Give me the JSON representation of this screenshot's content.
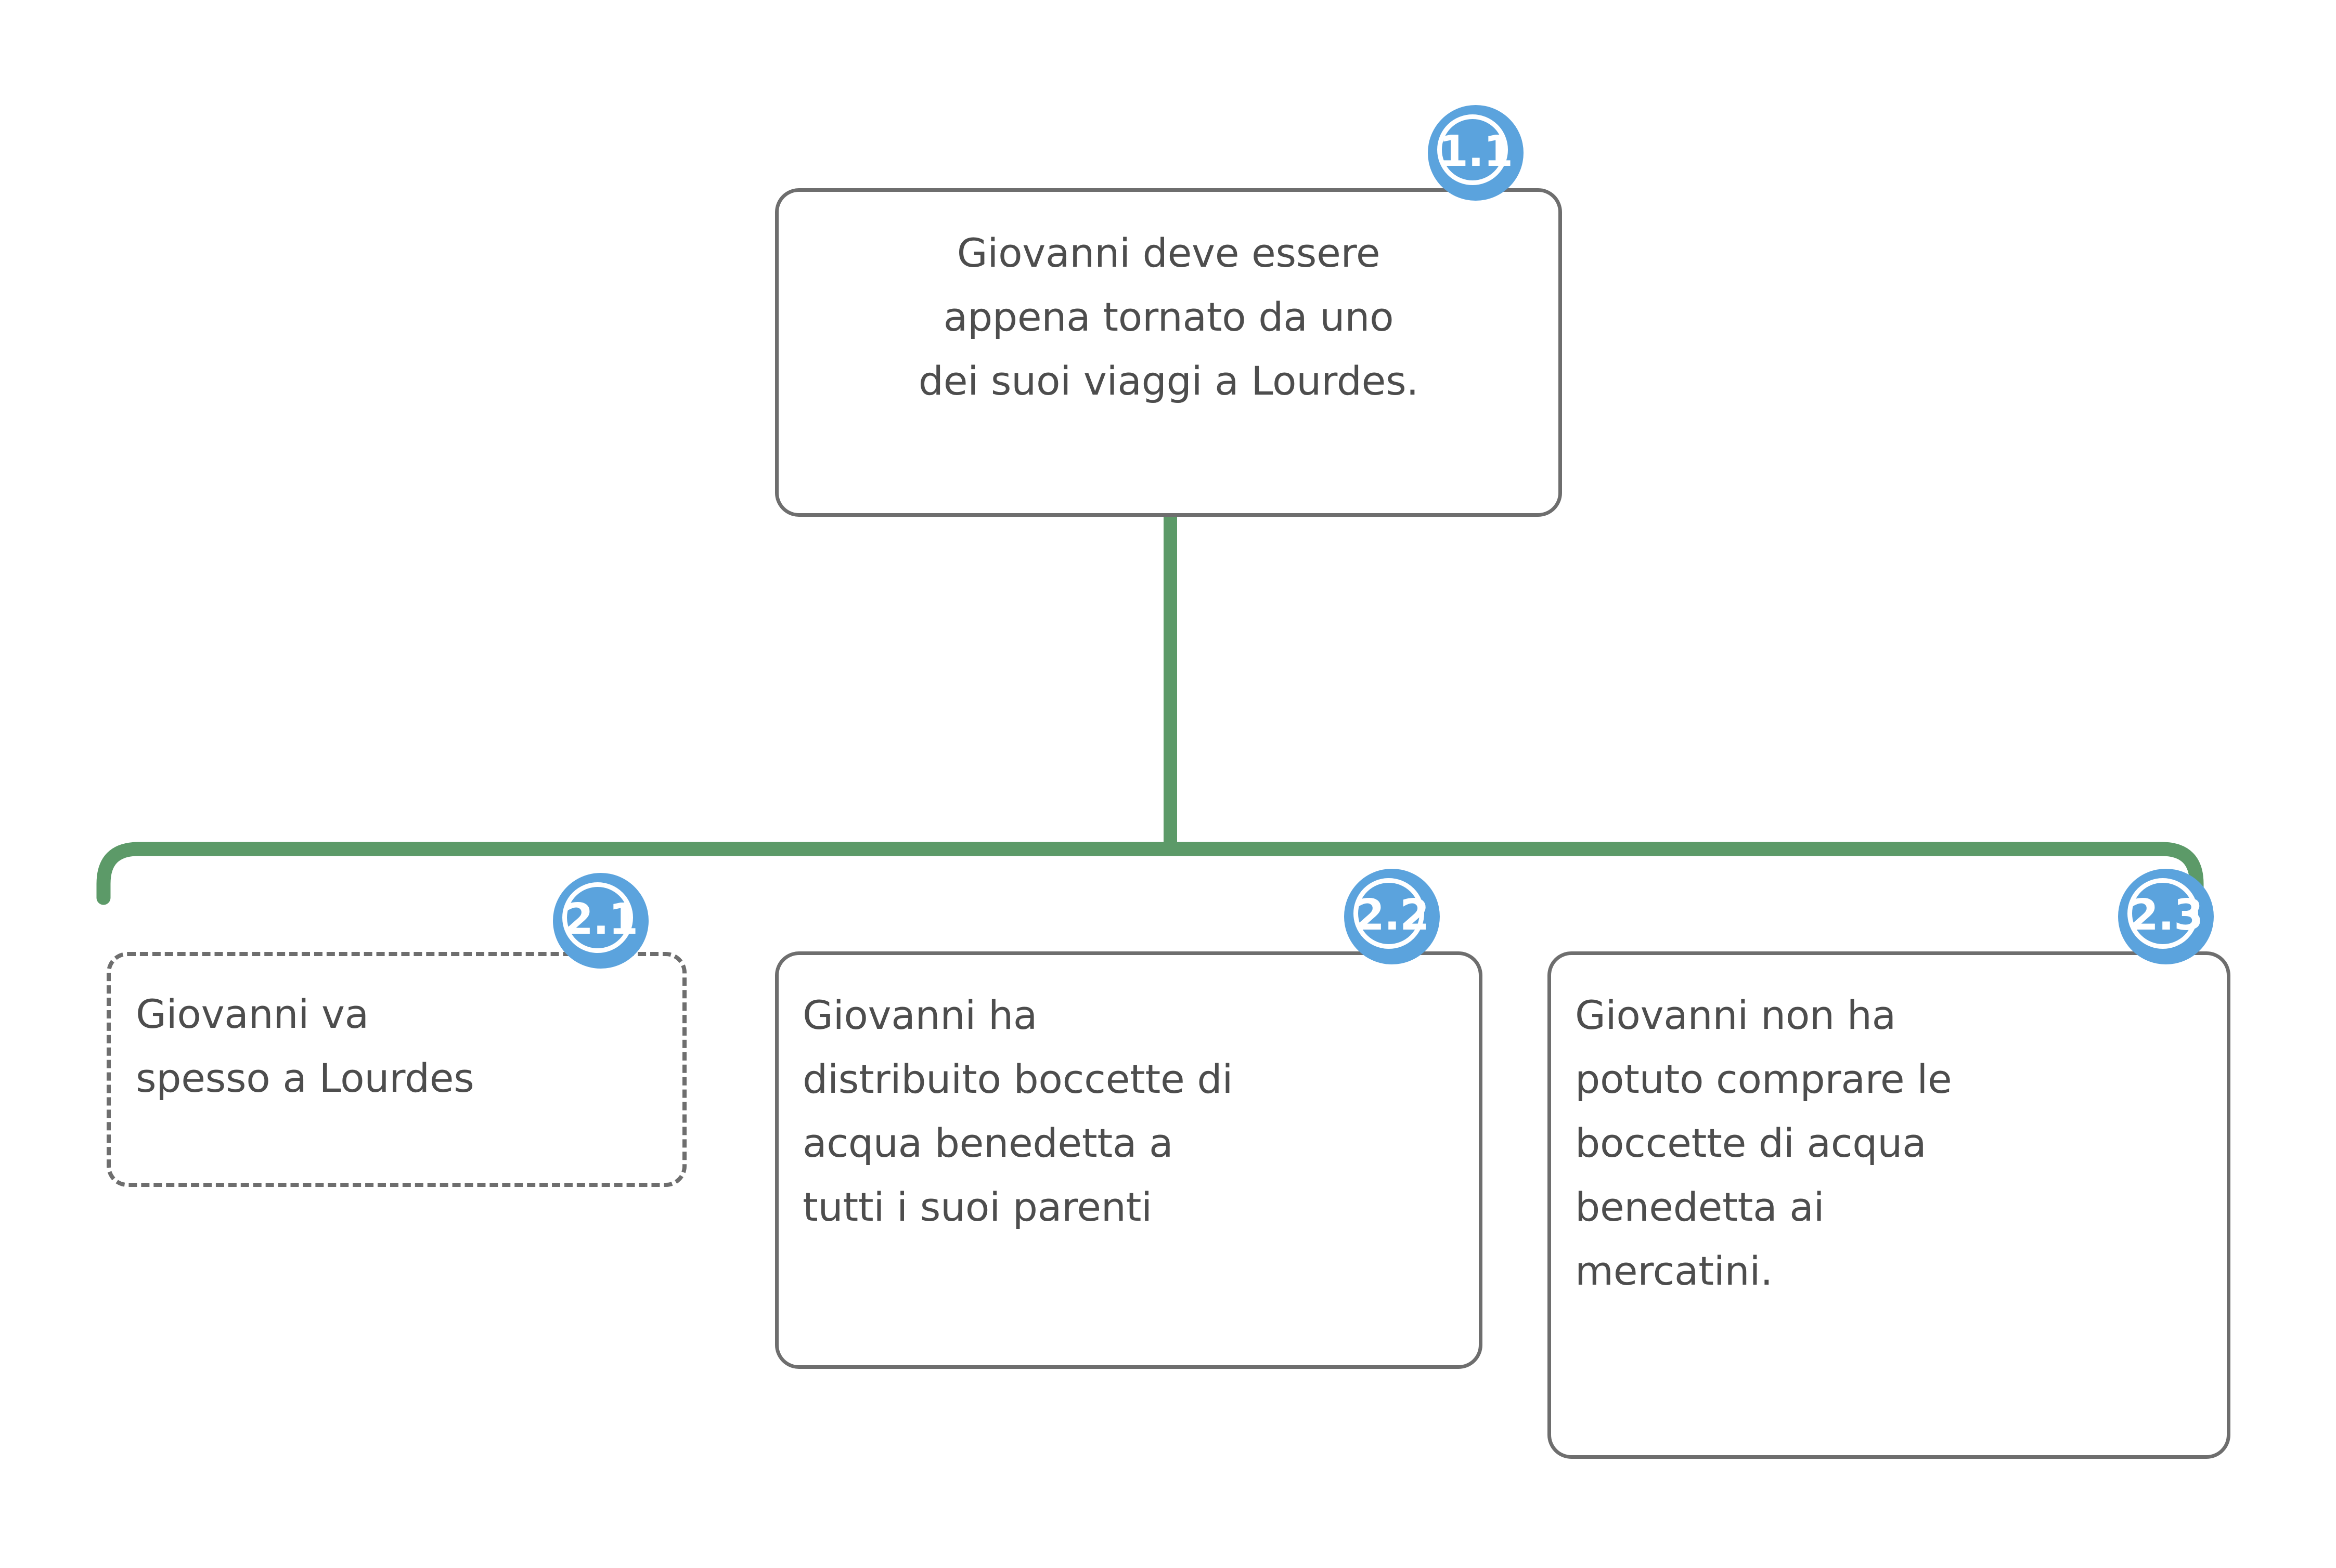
{
  "diagram": {
    "type": "argument-tree",
    "background_color": "#ffffff",
    "connector_color": "#5c9a68",
    "node_border_color": "#6e6e6e",
    "node_text_color": "#4d4d4d",
    "badge_color": "#5ba3dd",
    "badge_text_color": "#ffffff",
    "nodes": [
      {
        "id": "1.1",
        "badge": "1.1",
        "text": "Giovanni deve essere\nappena tornato da uno\ndei suoi viaggi a Lourdes.",
        "border_style": "solid",
        "text_align": "center",
        "level": 1
      },
      {
        "id": "2.1",
        "badge": "2.1",
        "text": "Giovanni va\nspesso a Lourdes",
        "border_style": "dashed",
        "text_align": "left",
        "level": 2
      },
      {
        "id": "2.2",
        "badge": "2.2",
        "text": "Giovanni ha\ndistribuito boccette di\nacqua benedetta a\ntutti i suoi parenti",
        "border_style": "solid",
        "text_align": "left",
        "level": 2
      },
      {
        "id": "2.3",
        "badge": "2.3",
        "text": "Giovanni non ha\npotuto comprare le\nboccette di acqua\nbenedetta ai\nmercatini.",
        "border_style": "solid",
        "text_align": "left",
        "level": 2
      }
    ],
    "edges": [
      {
        "from": "1.1",
        "to": "2.1"
      },
      {
        "from": "1.1",
        "to": "2.2"
      },
      {
        "from": "1.1",
        "to": "2.3"
      }
    ]
  }
}
